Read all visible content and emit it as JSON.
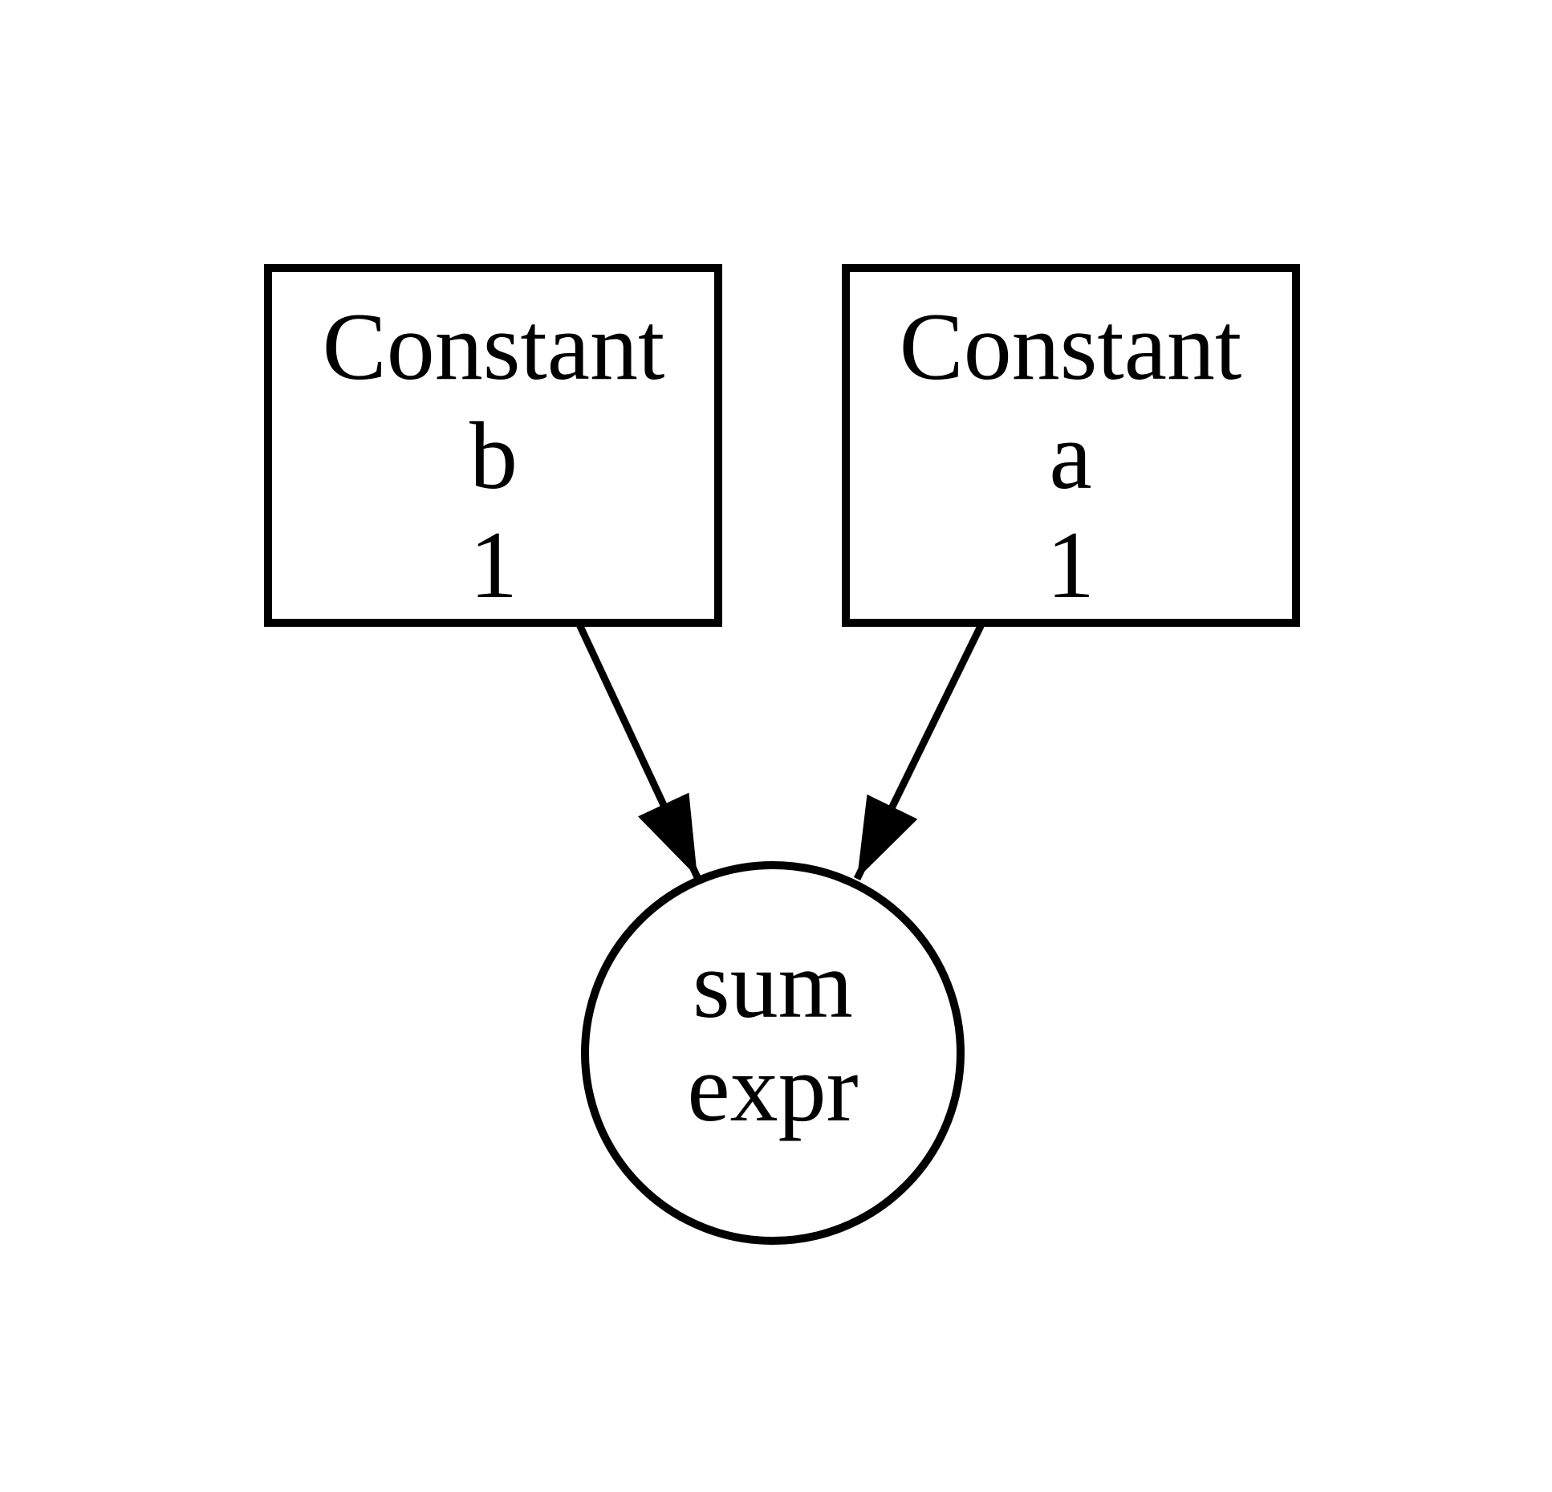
{
  "diagram": {
    "type": "directed-graph",
    "background_color": "#ffffff",
    "stroke_color": "#000000",
    "text_color": "#000000",
    "nodes": {
      "constant_b": {
        "shape": "box",
        "lines": [
          "Constant",
          "b",
          "1"
        ]
      },
      "constant_a": {
        "shape": "box",
        "lines": [
          "Constant",
          "a",
          "1"
        ]
      },
      "sum_expr": {
        "shape": "circle",
        "lines": [
          "sum",
          "expr"
        ]
      }
    },
    "edges": [
      {
        "from": "constant_b",
        "to": "sum_expr",
        "arrow": "filled-triangle"
      },
      {
        "from": "constant_a",
        "to": "sum_expr",
        "arrow": "filled-triangle"
      }
    ]
  }
}
